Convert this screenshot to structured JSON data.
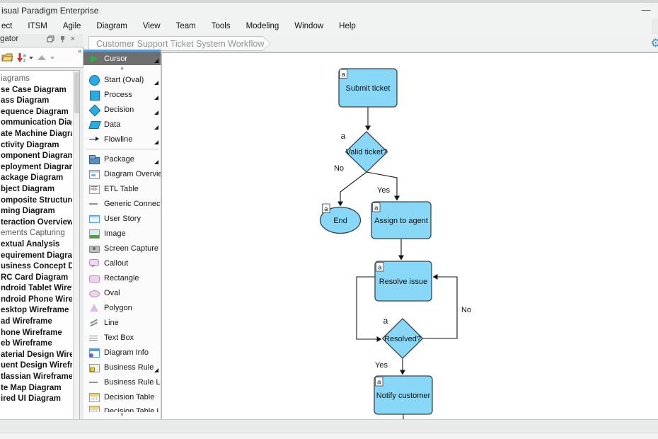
{
  "window": {
    "title": "isual Paradigm Enterprise",
    "minimize": "—"
  },
  "menu": {
    "items": [
      {
        "label": "ect"
      },
      {
        "label": "ITSM"
      },
      {
        "label": "Agile"
      },
      {
        "label": "Diagram"
      },
      {
        "label": "View"
      },
      {
        "label": "Team"
      },
      {
        "label": "Tools"
      },
      {
        "label": "Modeling"
      },
      {
        "label": "Window"
      },
      {
        "label": "Help"
      }
    ]
  },
  "tabbar": {
    "tab": "Customer Support Ticket System Workflow",
    "gear_icon": "gear-icon"
  },
  "navigator": {
    "header": "gator",
    "overflow_glyph": "»",
    "close_glyph": "×",
    "toolbar_icons": [
      "open-project-icon",
      "sort-icon",
      "dropdown-caret-icon",
      "collapse-icon",
      "dropdown-caret-icon",
      "toolbar-overflow-icon"
    ],
    "header_icons": [
      "float-window-icon",
      "pin-icon",
      "close-icon"
    ],
    "items": [
      {
        "label": "iagrams",
        "kind": "cat"
      },
      {
        "label": "se Case Diagram",
        "kind": "itm"
      },
      {
        "label": "ass Diagram",
        "kind": "itm"
      },
      {
        "label": "equence Diagram",
        "kind": "itm"
      },
      {
        "label": "ommunication Diagram",
        "kind": "itm"
      },
      {
        "label": "ate Machine Diagram",
        "kind": "itm"
      },
      {
        "label": "ctivity Diagram",
        "kind": "itm"
      },
      {
        "label": "omponent Diagram",
        "kind": "itm"
      },
      {
        "label": "eployment Diagram",
        "kind": "itm"
      },
      {
        "label": "ackage Diagram",
        "kind": "itm"
      },
      {
        "label": "bject Diagram",
        "kind": "itm"
      },
      {
        "label": "omposite Structure Diagram",
        "kind": "itm"
      },
      {
        "label": "ming Diagram",
        "kind": "itm"
      },
      {
        "label": "teraction Overview Diagram",
        "kind": "itm"
      },
      {
        "label": "ements Capturing",
        "kind": "cat"
      },
      {
        "label": "extual Analysis",
        "kind": "itm"
      },
      {
        "label": "equirement Diagram",
        "kind": "itm"
      },
      {
        "label": "usiness Concept Diagram",
        "kind": "itm"
      },
      {
        "label": "RC Card Diagram",
        "kind": "itm"
      },
      {
        "label": "ndroid Tablet Wireframe",
        "kind": "itm"
      },
      {
        "label": "ndroid Phone Wireframe",
        "kind": "itm"
      },
      {
        "label": "esktop Wireframe",
        "kind": "itm"
      },
      {
        "label": "ad Wireframe",
        "kind": "itm"
      },
      {
        "label": "hone Wireframe",
        "kind": "itm"
      },
      {
        "label": "eb Wireframe",
        "kind": "itm"
      },
      {
        "label": "aterial Design Wireframe",
        "kind": "itm"
      },
      {
        "label": "uent Design Wireframe",
        "kind": "itm"
      },
      {
        "label": "tlassian Wireframe",
        "kind": "itm"
      },
      {
        "label": "te Map Diagram",
        "kind": "itm"
      },
      {
        "label": "ired UI Diagram",
        "kind": "itm"
      }
    ]
  },
  "palette": {
    "items": [
      {
        "label": "Cursor",
        "icon": "cursor-icon",
        "kind": "tool",
        "state": "selected",
        "fly": "flyout"
      },
      {
        "glyph": "▲",
        "icon": "scroll-up-icon",
        "kind": "scroll"
      },
      {
        "label": "Start (Oval)",
        "icon": "start-oval-icon",
        "kind": "tool",
        "fly": "flyout"
      },
      {
        "label": "Process",
        "icon": "process-icon",
        "kind": "tool",
        "fly": "flyout"
      },
      {
        "label": "Decision",
        "icon": "decision-icon",
        "kind": "tool",
        "fly": "flyout"
      },
      {
        "label": "Data",
        "icon": "data-icon",
        "kind": "tool",
        "fly": "flyout"
      },
      {
        "label": "Flowline",
        "icon": "flowline-icon",
        "kind": "tool",
        "fly": "flyout"
      },
      {
        "kind": "sep"
      },
      {
        "label": "Package",
        "icon": "package-icon",
        "kind": "tool",
        "fly": "flyout"
      },
      {
        "label": "Diagram Overview",
        "icon": "diagram-overview-icon",
        "kind": "tool"
      },
      {
        "label": "ETL Table",
        "icon": "etl-table-icon",
        "kind": "tool"
      },
      {
        "label": "Generic Connector",
        "icon": "generic-connector-icon",
        "kind": "tool"
      },
      {
        "label": "User Story",
        "icon": "user-story-icon",
        "kind": "tool"
      },
      {
        "label": "Image",
        "icon": "image-icon",
        "kind": "tool"
      },
      {
        "label": "Screen Capture",
        "icon": "screen-capture-icon",
        "kind": "tool"
      },
      {
        "label": "Callout",
        "icon": "callout-icon",
        "kind": "tool"
      },
      {
        "label": "Rectangle",
        "icon": "rectangle-icon",
        "kind": "tool"
      },
      {
        "label": "Oval",
        "icon": "oval-icon",
        "kind": "tool"
      },
      {
        "label": "Polygon",
        "icon": "polygon-icon",
        "kind": "tool"
      },
      {
        "label": "Line",
        "icon": "line-icon",
        "kind": "tool"
      },
      {
        "label": "Text Box",
        "icon": "text-box-icon",
        "kind": "tool"
      },
      {
        "label": "Diagram Info",
        "icon": "diagram-info-icon",
        "kind": "tool"
      },
      {
        "label": "Business Rule",
        "icon": "business-rule-icon",
        "kind": "tool",
        "fly": "flyout"
      },
      {
        "label": "Business Rule Link",
        "icon": "business-rule-link-icon",
        "kind": "tool"
      },
      {
        "label": "Decision Table",
        "icon": "decision-table-icon",
        "kind": "tool"
      },
      {
        "label": "Decision Table Link",
        "icon": "decision-table-link-icon",
        "kind": "tool clipped"
      },
      {
        "glyph": "▼",
        "icon": "scroll-down-icon",
        "kind": "scroll"
      }
    ]
  },
  "diagram": {
    "badge": "a",
    "accent_fill": "#88d7f6",
    "accent_stroke": "#36454f",
    "nodes": {
      "submit": "Submit ticket",
      "valid": "Valid ticket?",
      "end": "End",
      "assign": "Assign to agent",
      "resolve": "Resolve issue",
      "resolved": "Resolved?",
      "notify": "Notify customer"
    },
    "edges": {
      "no1": "No",
      "yes1": "Yes",
      "no2": "No",
      "yes2": "Yes"
    }
  }
}
